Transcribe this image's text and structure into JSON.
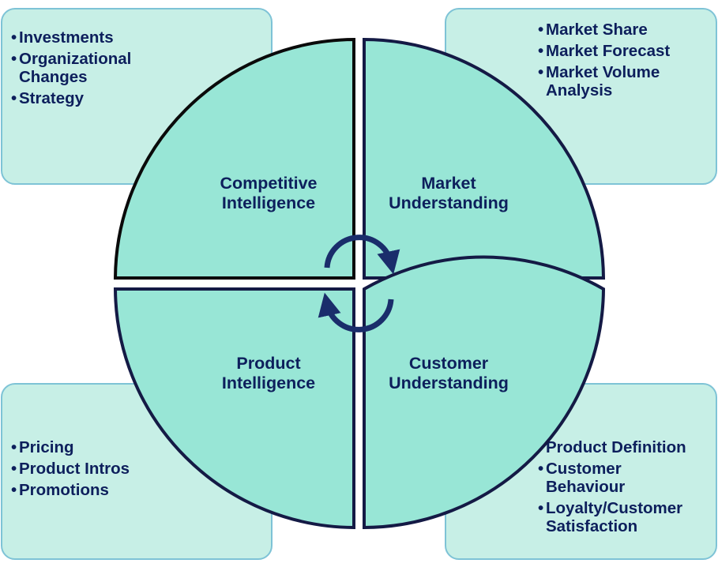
{
  "colors": {
    "quadrant_fill": "#98e6d6",
    "box_fill": "#c7efe6",
    "box_border": "#7ec3d6",
    "text": "#0d1f5c",
    "arrow": "#1a2d6b"
  },
  "quadrants": {
    "top_left": {
      "line1": "Competitive",
      "line2": "Intelligence"
    },
    "top_right": {
      "line1": "Market",
      "line2": "Understanding"
    },
    "bottom_left": {
      "line1": "Product",
      "line2": "Intelligence"
    },
    "bottom_right": {
      "line1": "Customer",
      "line2": "Understanding"
    }
  },
  "boxes": {
    "top_left": [
      "Investments",
      "Organizational Changes",
      "Strategy"
    ],
    "top_right": [
      "Market Share",
      "Market Forecast",
      "Market Volume Analysis"
    ],
    "bottom_left": [
      "Pricing",
      "Product Intros",
      "Promotions"
    ],
    "bottom_right": [
      "Product Definition",
      "Customer Behaviour",
      "Loyalty/Customer Satisfaction"
    ]
  }
}
